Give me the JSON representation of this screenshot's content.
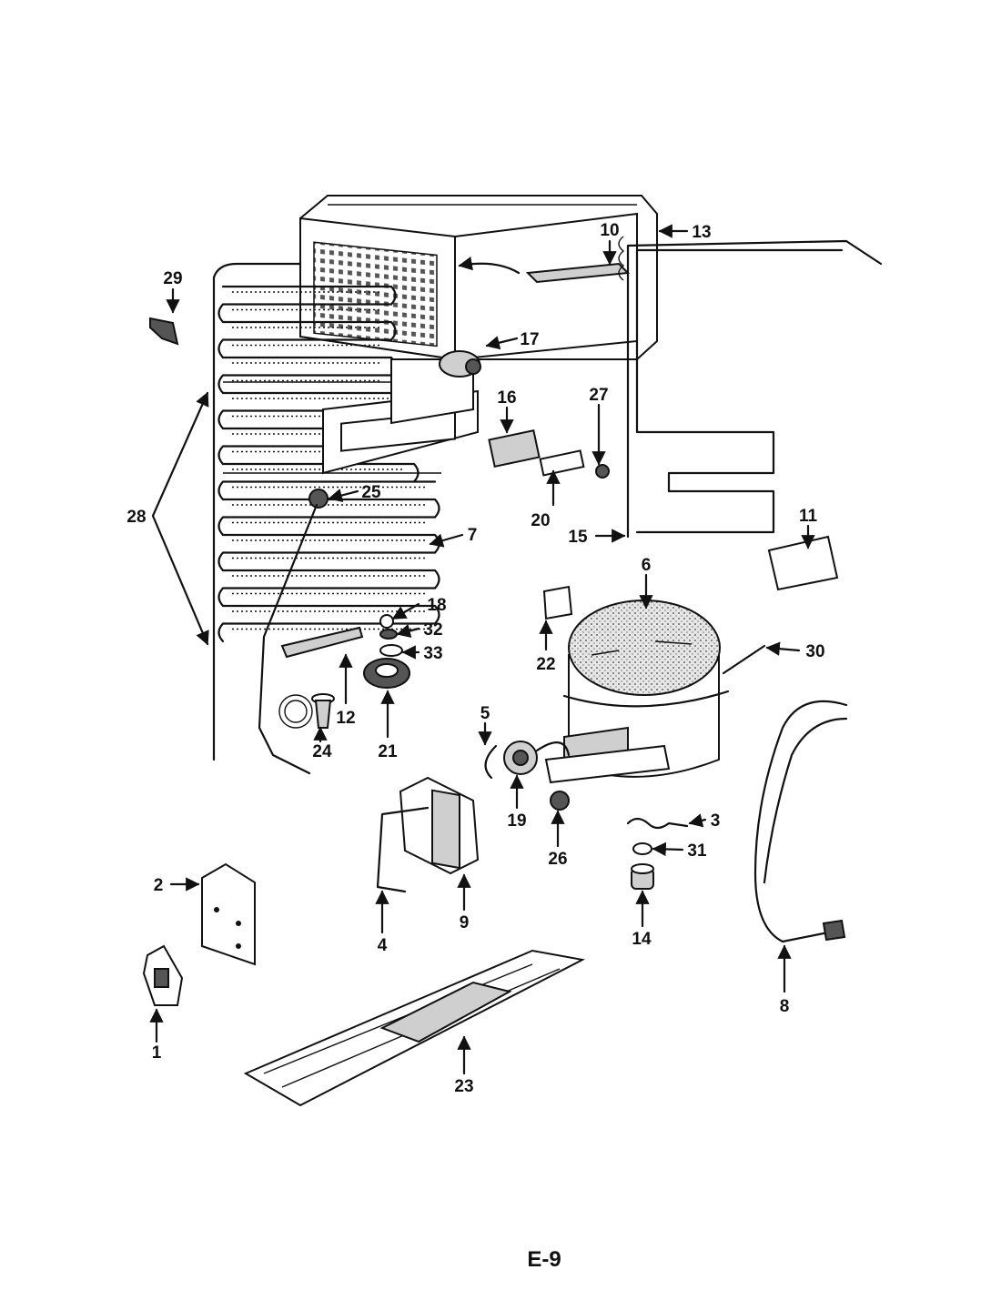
{
  "diagram": {
    "page_label": "E-9",
    "callouts": [
      "1",
      "2",
      "3",
      "4",
      "5",
      "6",
      "7",
      "8",
      "9",
      "10",
      "11",
      "12",
      "13",
      "14",
      "15",
      "16",
      "17",
      "18",
      "19",
      "20",
      "21",
      "22",
      "23",
      "24",
      "25",
      "26",
      "27",
      "28",
      "29",
      "30",
      "31",
      "32",
      "33"
    ]
  }
}
